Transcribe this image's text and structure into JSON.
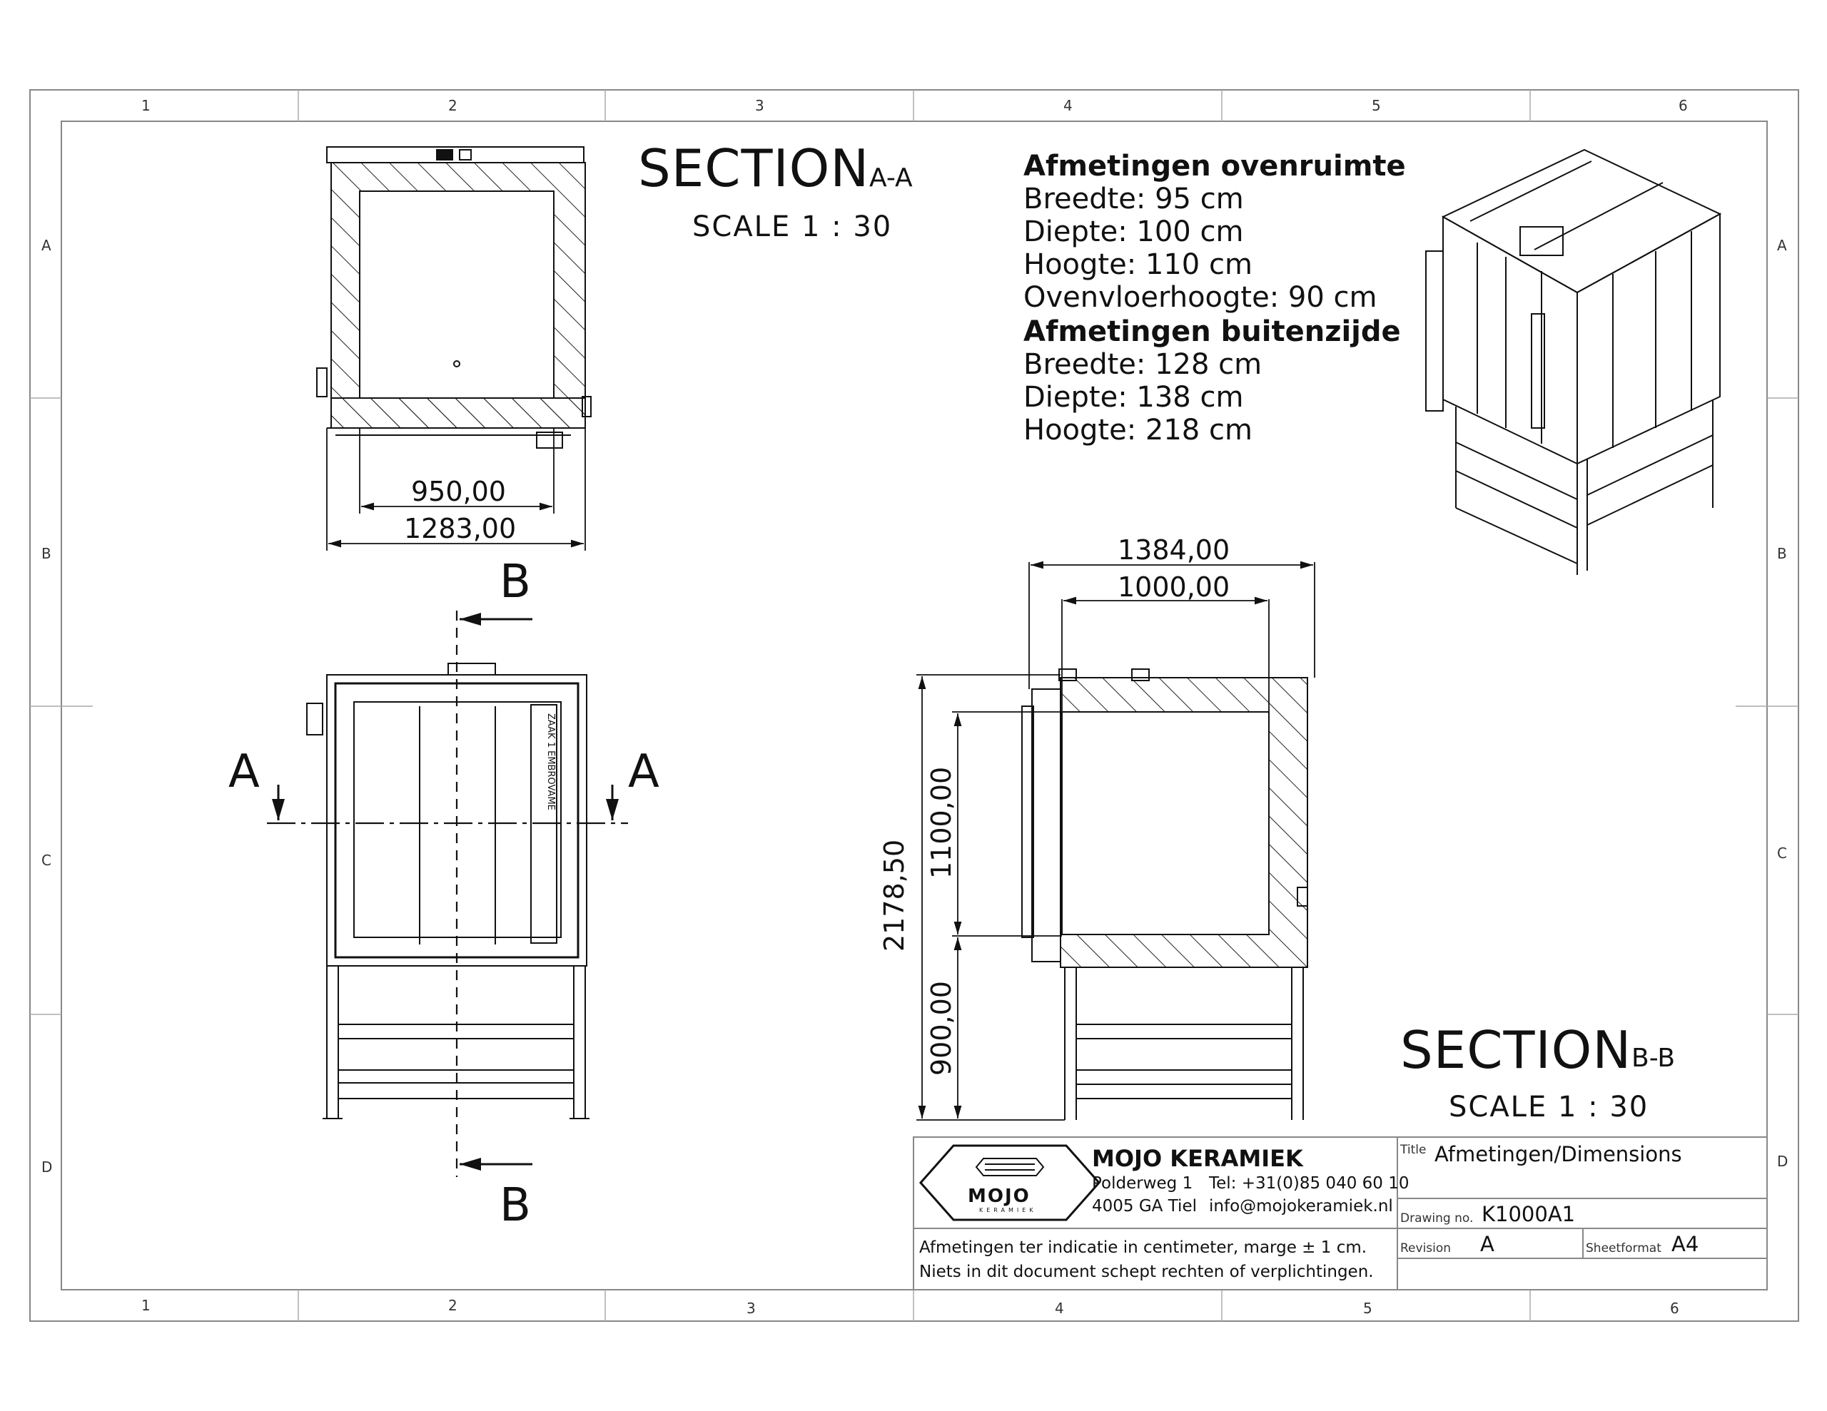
{
  "grid": {
    "columns": [
      "1",
      "2",
      "3",
      "4",
      "5",
      "6"
    ],
    "rows": [
      "A",
      "B",
      "C",
      "D"
    ]
  },
  "section_aa": {
    "title": "SECTION",
    "suffix": "A-A",
    "scale": "SCALE  1 : 30",
    "dim_inner": "950,00",
    "dim_outer": "1283,00"
  },
  "section_bb": {
    "title": "SECTION",
    "suffix": "B-B",
    "scale": "SCALE  1 : 30",
    "dim_width_outer": "1384,00",
    "dim_width_inner": "1000,00",
    "dim_height_total": "2178,50",
    "dim_height_chamber": "1100,00",
    "dim_floor": "900,00"
  },
  "front_view": {
    "cut_a": "A",
    "cut_b": "B",
    "door_label": "ZAAK 1 EMBROVAME"
  },
  "specs": {
    "inside": {
      "heading": "Afmetingen ovenruimte",
      "lines": [
        "Breedte:  95 cm",
        "Diepte: 100 cm",
        "Hoogte: 110 cm",
        "Ovenvloerhoogte: 90 cm"
      ]
    },
    "outside": {
      "heading": "Afmetingen buitenzijde",
      "lines": [
        "Breedte:  128  cm",
        "Diepte: 138 cm",
        "Hoogte: 218 cm"
      ]
    }
  },
  "title_block": {
    "company": "MOJO KERAMIEK",
    "logo_text": "MOJO",
    "logo_sub": "KERAMIEK",
    "address_1": "Polderweg 1",
    "address_2": "4005 GA Tiel",
    "phone": "Tel: +31(0)85 040 60 10",
    "email": "info@mojokeramiek.nl",
    "note_1": "Afmetingen ter indicatie in centimeter, marge ± 1 cm.",
    "note_2": "Niets in dit document schept rechten of verplichtingen.",
    "title_label": "Title",
    "title_value": "Afmetingen/Dimensions",
    "drawing_no_label": "Drawing no.",
    "drawing_no_value": "K1000A1",
    "revision_label": "Revision",
    "revision_value": "A",
    "sheetformat_label": "Sheetformat",
    "sheetformat_value": "A4"
  }
}
